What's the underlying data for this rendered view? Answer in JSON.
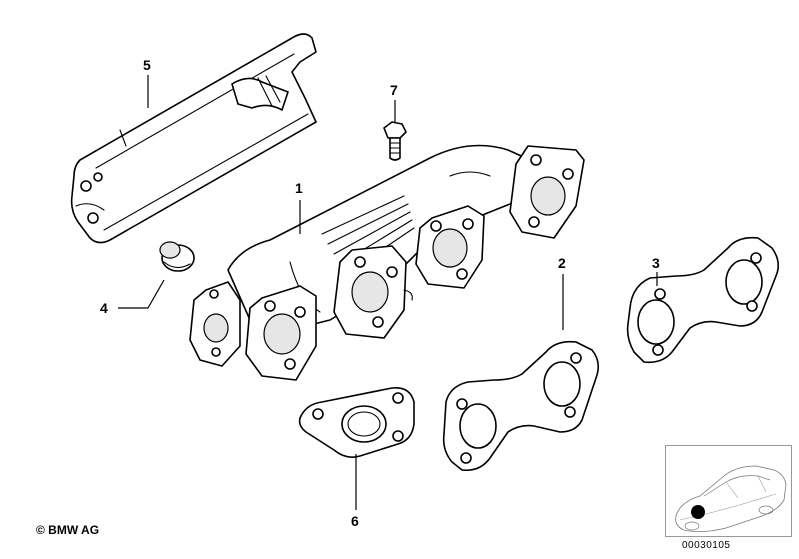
{
  "callouts": [
    {
      "id": "1",
      "label": "1"
    },
    {
      "id": "2",
      "label": "2"
    },
    {
      "id": "3",
      "label": "3"
    },
    {
      "id": "4",
      "label": "4"
    },
    {
      "id": "5",
      "label": "5"
    },
    {
      "id": "6",
      "label": "6"
    },
    {
      "id": "7",
      "label": "7"
    }
  ],
  "footer": {
    "copyright": "© BMW AG",
    "reference_number": "00030105"
  }
}
